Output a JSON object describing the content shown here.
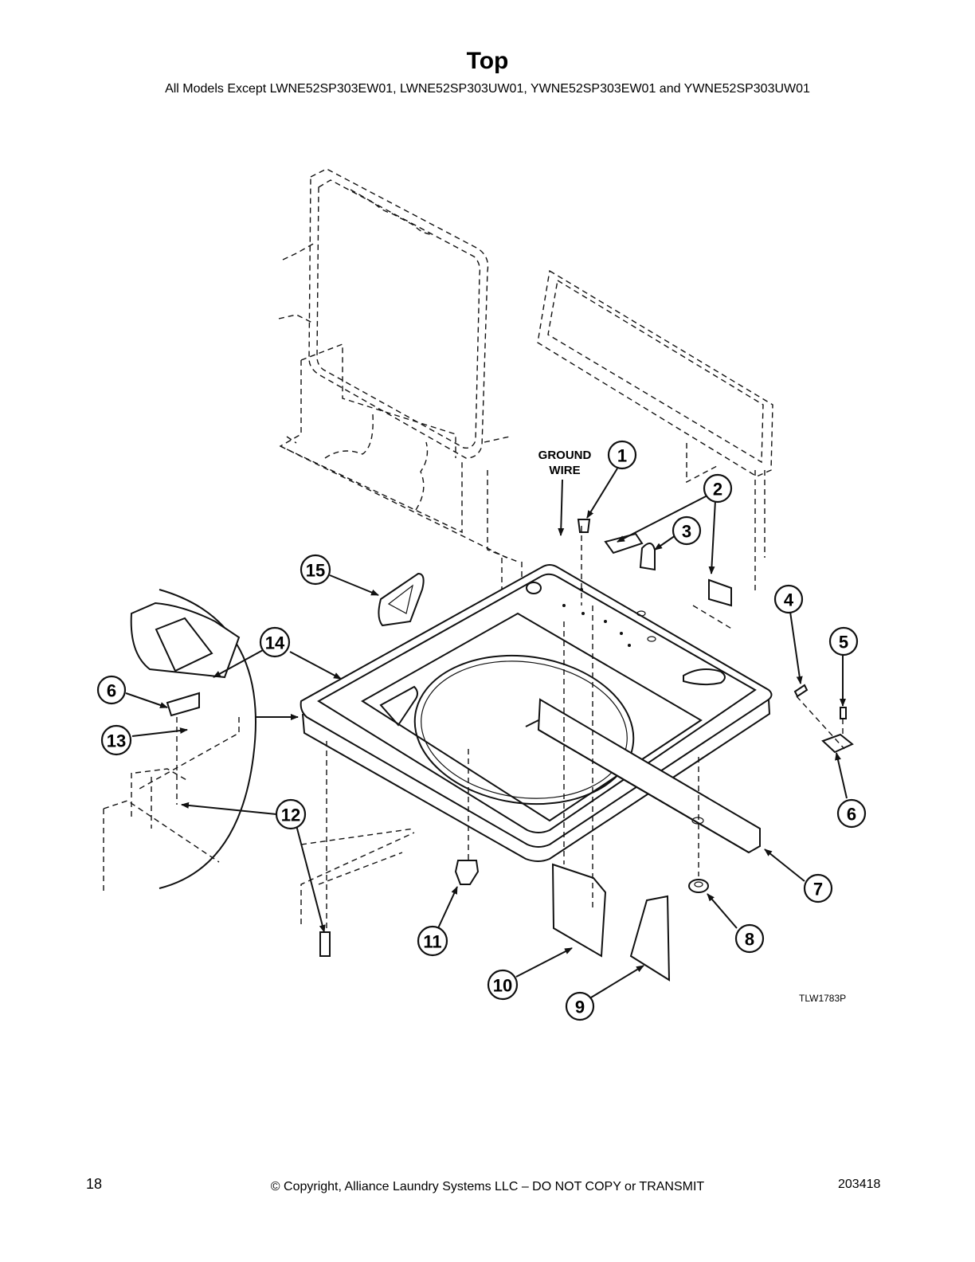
{
  "header": {
    "title": "Top",
    "subtitle": "All Models Except LWNE52SP303EW01, LWNE52SP303UW01, YWNE52SP303EW01 and YWNE52SP303UW01"
  },
  "diagram": {
    "ground_wire_label_line1": "GROUND",
    "ground_wire_label_line2": "WIRE",
    "drawing_code": "TLW1783P",
    "callouts": {
      "c1": "1",
      "c2": "2",
      "c3": "3",
      "c4": "4",
      "c5": "5",
      "c6a": "6",
      "c6b": "6",
      "c7": "7",
      "c8": "8",
      "c9": "9",
      "c10": "10",
      "c11": "11",
      "c12": "12",
      "c13": "13",
      "c14": "14",
      "c15": "15"
    }
  },
  "footer": {
    "page_number": "18",
    "copyright": "© Copyright, Alliance Laundry Systems LLC – DO NOT COPY or TRANSMIT",
    "doc_number": "203418"
  }
}
